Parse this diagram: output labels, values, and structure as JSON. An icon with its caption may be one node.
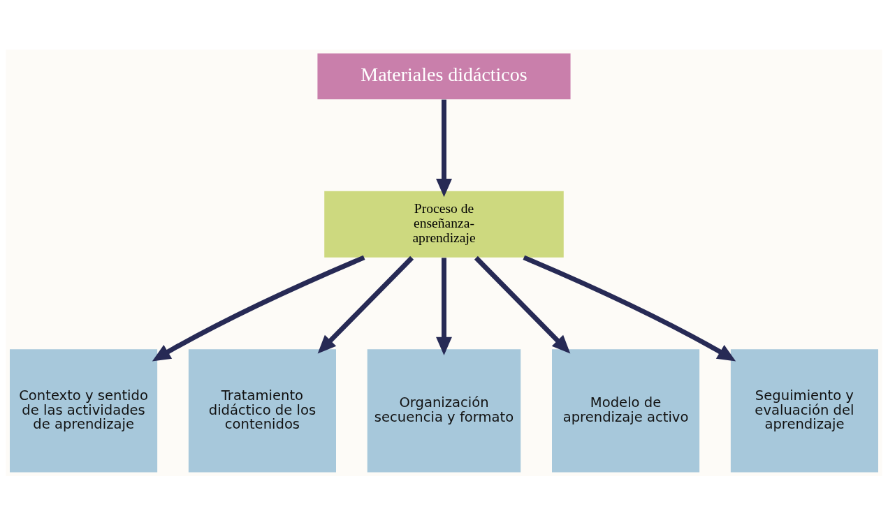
{
  "diagram": {
    "nodes": [
      {
        "text": [
          "Materiales didácticos"
        ]
      },
      {
        "text": [
          "Proceso de enseñanza-aprendizaje"
        ]
      },
      {
        "text": [
          "Contexto y sentido de las actividades de aprendizaje"
        ]
      },
      {
        "text": [
          "Tratamiento didáctico de los contenidos"
        ]
      },
      {
        "text": [
          "Organización secuencia y formato"
        ]
      },
      {
        "text": [
          "Modelo de aprendizaje activo"
        ]
      },
      {
        "text": [
          "Seguimiento y evaluación del aprendizaje"
        ]
      }
    ],
    "edges": [
      {
        "from": 0,
        "to": 1,
        "arrow": "to"
      },
      {
        "from": 1,
        "to": 2,
        "arrow": "to"
      },
      {
        "from": 1,
        "to": 3,
        "arrow": "to"
      },
      {
        "from": 1,
        "to": 4,
        "arrow": "to"
      },
      {
        "from": 1,
        "to": 5,
        "arrow": "to"
      },
      {
        "from": 1,
        "to": 6,
        "arrow": "to"
      }
    ]
  }
}
